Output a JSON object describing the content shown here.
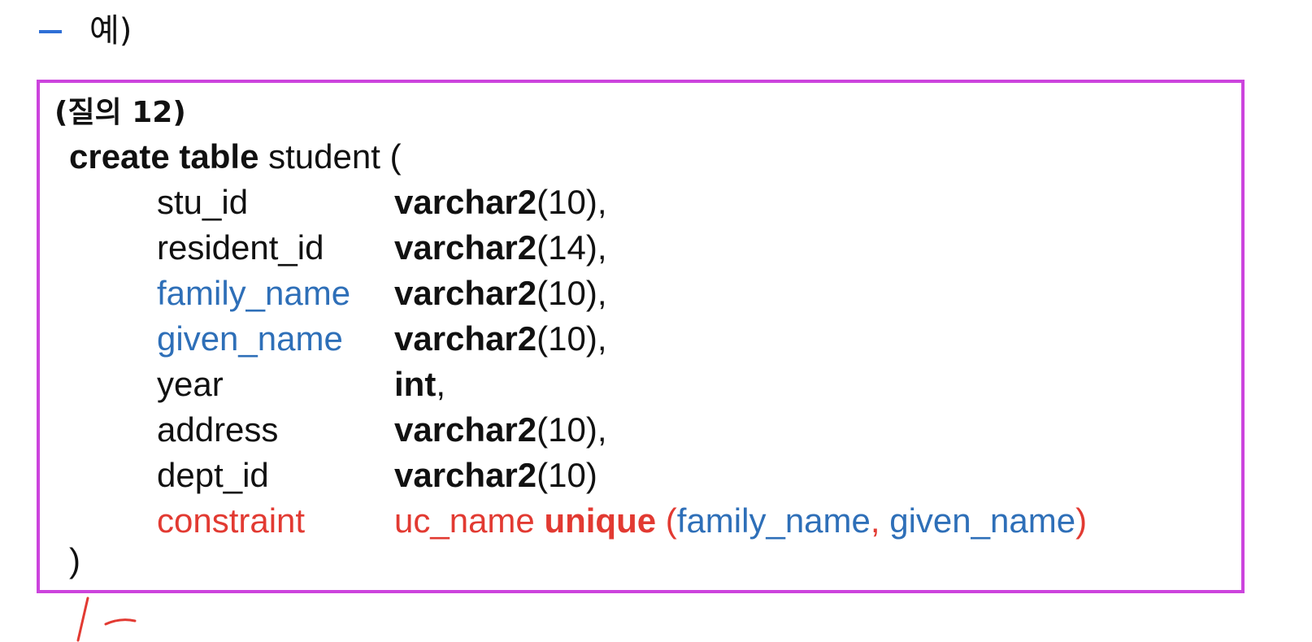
{
  "header": {
    "bullet_text": "예)"
  },
  "query": {
    "label": "(질의 12)",
    "create_keyword": "create table",
    "table_name": "student (",
    "columns": [
      {
        "name": "stu_id",
        "type_kw": "varchar2",
        "type_rest": "(10),"
      },
      {
        "name": "resident_id",
        "type_kw": "varchar2",
        "type_rest": "(14),"
      },
      {
        "name": "family_name",
        "type_kw": "varchar2",
        "type_rest": "(10),"
      },
      {
        "name": "given_name",
        "type_kw": "varchar2",
        "type_rest": "(10),"
      },
      {
        "name": "year",
        "type_kw": "int",
        "type_rest": ","
      },
      {
        "name": "address",
        "type_kw": "varchar2",
        "type_rest": "(10),"
      },
      {
        "name": "dept_id",
        "type_kw": "varchar2",
        "type_rest": "(10)"
      }
    ],
    "constraint": {
      "keyword": "constraint",
      "name": "uc_name",
      "unique_kw": "unique",
      "open_paren": "(",
      "col1": "family_name",
      "comma": ",",
      "col2": "given_name",
      "close_paren": ")"
    },
    "closing": ")"
  },
  "colors": {
    "dash_blue": "#2f6fd6",
    "box_border": "#cc44dd",
    "highlight_blue": "#2e6fb8",
    "highlight_red": "#e23a32"
  }
}
